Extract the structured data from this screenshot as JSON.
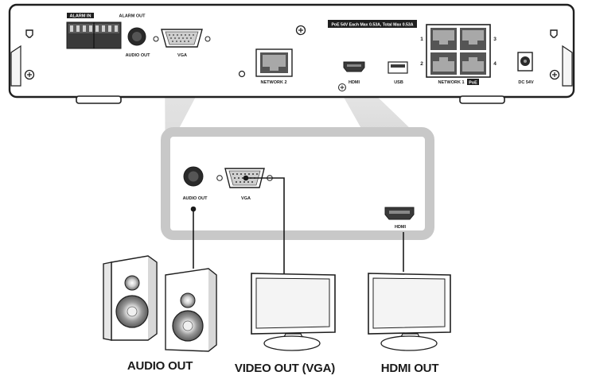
{
  "rear_panel": {
    "alarm_in": "ALARM IN",
    "alarm_out": "ALARM OUT",
    "audio_out": "AUDIO OUT",
    "vga": "VGA",
    "network2": "NETWORK 2",
    "poe_text": "PoE 54V Each Max 0.53A, Total Max 0.53A",
    "hdmi": "HDMI",
    "usb": "USB",
    "network1": "NETWORK 1",
    "poe_badge": "PoE",
    "dc": "DC 54V",
    "port_nums": [
      "1",
      "2",
      "3",
      "4"
    ]
  },
  "zoom": {
    "audio_out": "AUDIO OUT",
    "vga": "VGA",
    "hdmi": "HDMI"
  },
  "outputs": {
    "audio": "AUDIO OUT",
    "vga": "VIDEO OUT (VGA)",
    "hdmi": "HDMI OUT"
  }
}
